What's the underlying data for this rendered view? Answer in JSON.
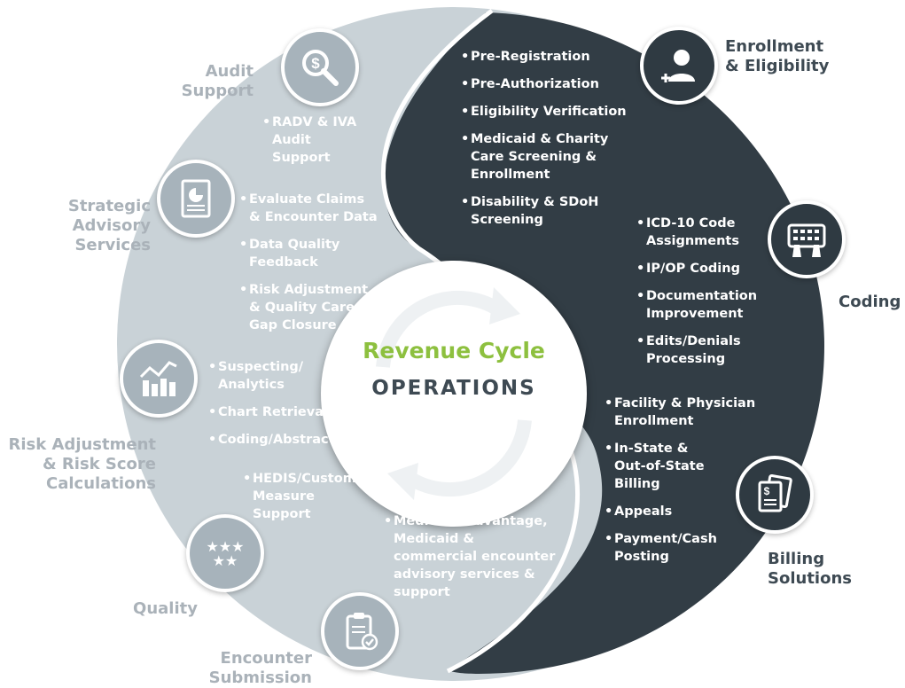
{
  "center": {
    "title": "Revenue Cycle",
    "subtitle": "OPERATIONS"
  },
  "categories": {
    "audit": "Audit\nSupport",
    "strategic": "Strategic\nAdvisory\nServices",
    "risk": "Risk Adjustment\n& Risk Score\nCalculations",
    "quality": "Quality",
    "encounter": "Encounter\nSubmission",
    "enrollment": "Enrollment\n& Eligibility",
    "coding": "Coding",
    "billing": "Billing\nSolutions"
  },
  "lists": {
    "audit": [
      "RADV & IVA\nAudit\nSupport"
    ],
    "strategic": [
      "Evaluate Claims\n& Encounter Data",
      "Data Quality\nFeedback",
      "Risk Adjustment\n& Quality Care\nGap Closure"
    ],
    "risk": [
      "Suspecting/\nAnalytics",
      "Chart Retrieval",
      "Coding/Abstraction"
    ],
    "quality": [
      "HEDIS/Custom\nMeasure\nSupport"
    ],
    "encounter": [
      "Medicare Advantage,\nMedicaid &\ncommercial encounter\nadvisory services &\nsupport"
    ],
    "enrollment": [
      "Pre-Registration",
      "Pre-Authorization",
      "Eligibility Verification",
      "Medicaid & Charity\nCare Screening &\nEnrollment",
      "Disability & SDoH\nScreening"
    ],
    "coding": [
      "ICD-10 Code\nAssignments",
      "IP/OP Coding",
      "Documentation\nImprovement",
      "Edits/Denials\nProcessing"
    ],
    "billing": [
      "Facility & Physician\nEnrollment",
      "In-State &\nOut-of-State\nBilling",
      "Appeals",
      "Payment/Cash\nPosting"
    ]
  },
  "icons": {
    "audit": "dollar-magnifier-icon",
    "strategic": "report-document-icon",
    "risk": "bar-chart-trend-icon",
    "quality": "stars-icon",
    "encounter": "clipboard-check-icon",
    "enrollment": "add-user-icon",
    "coding": "keyboard-hands-icon",
    "billing": "invoice-documents-icon"
  },
  "colors": {
    "light_area": "#c9d2d7",
    "dark_area": "#323d45",
    "accent": "#8dc03f",
    "label_gray": "#aab2b9",
    "label_dark": "#3e4a53"
  }
}
